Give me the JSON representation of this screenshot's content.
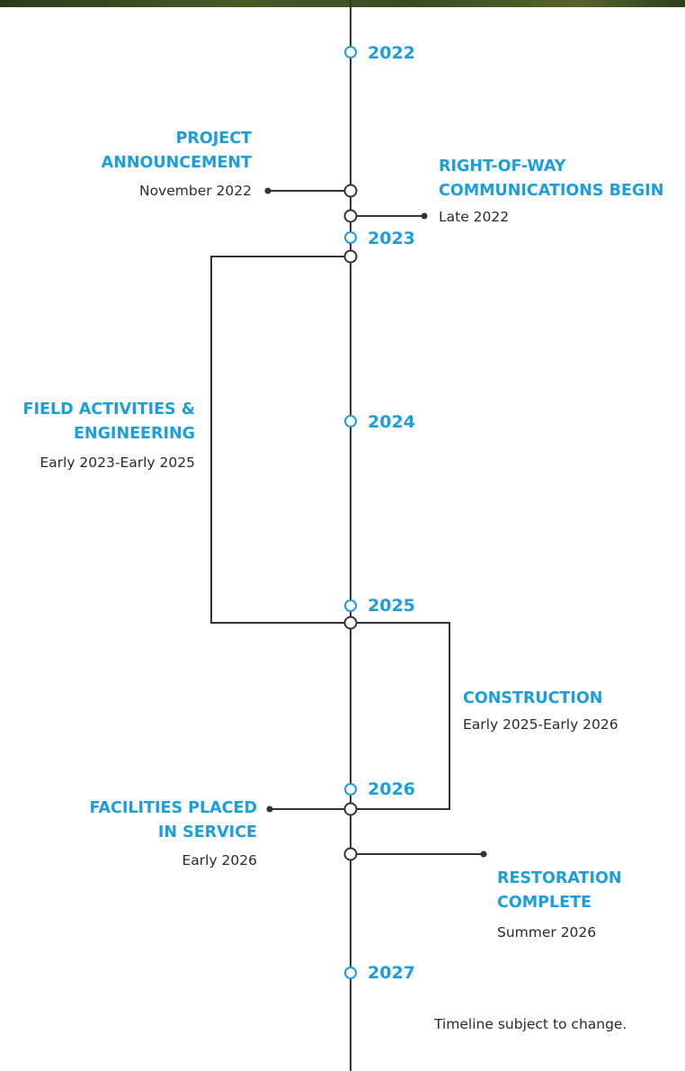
{
  "years": [
    "2022",
    "2023",
    "2024",
    "2025",
    "2026",
    "2027"
  ],
  "milestones": [
    {
      "title_line1": "PROJECT",
      "title_line2": "ANNOUNCEMENT",
      "date": "November 2022"
    },
    {
      "title_line1": "RIGHT-OF-WAY",
      "title_line2": "COMMUNICATIONS BEGIN",
      "date": "Late 2022"
    },
    {
      "title_line1": "FIELD ACTIVITIES &",
      "title_line2": "ENGINEERING",
      "date": "Early 2023-Early 2025"
    },
    {
      "title_line1": "CONSTRUCTION",
      "date": "Early 2025-Early 2026"
    },
    {
      "title_line1": "FACILITIES PLACED",
      "title_line2": "IN SERVICE",
      "date": "Early 2026"
    },
    {
      "title_line1": "RESTORATION",
      "title_line2": "COMPLETE",
      "date": "Summer 2026"
    }
  ],
  "note": "Timeline subject to change.",
  "colors": {
    "accent": "#1a9fdc",
    "line": "#333333",
    "text": "#2a2a2a"
  }
}
